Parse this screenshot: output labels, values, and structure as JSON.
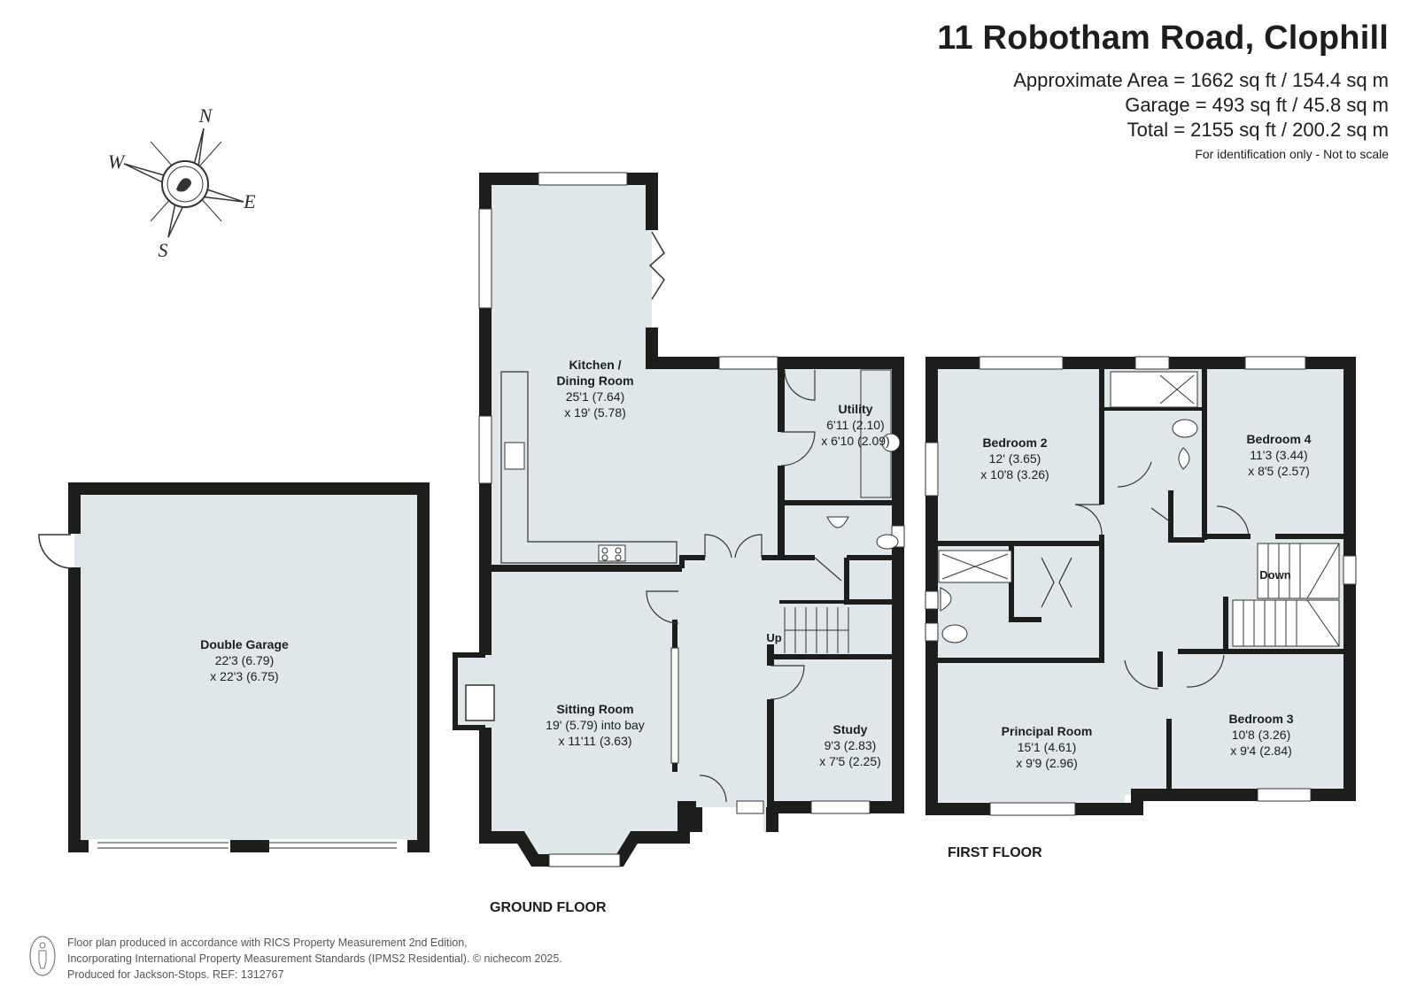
{
  "header": {
    "title": "11 Robotham Road, Clophill",
    "area": "Approximate Area = 1662 sq ft / 154.4 sq m",
    "garage": "Garage = 493 sq ft / 45.8 sq m",
    "total": "Total = 2155 sq ft / 200.2 sq m",
    "note": "For identification only - Not to scale"
  },
  "compass": {
    "n": "N",
    "e": "E",
    "s": "S",
    "w": "W"
  },
  "rooms": {
    "garage": {
      "name": "Double Garage",
      "dim1": "22'3 (6.79)",
      "dim2": "x 22'3 (6.75)"
    },
    "kitchen": {
      "name1": "Kitchen /",
      "name2": "Dining Room",
      "dim1": "25'1 (7.64)",
      "dim2": "x 19' (5.78)"
    },
    "utility": {
      "name": "Utility",
      "dim1": "6'11 (2.10)",
      "dim2": "x 6'10 (2.09)"
    },
    "sitting": {
      "name": "Sitting Room",
      "dim1": "19' (5.79) into bay",
      "dim2": "x 11'11 (3.63)"
    },
    "study": {
      "name": "Study",
      "dim1": "9'3 (2.83)",
      "dim2": "x 7'5 (2.25)"
    },
    "bedroom2": {
      "name": "Bedroom 2",
      "dim1": "12' (3.65)",
      "dim2": "x 10'8 (3.26)"
    },
    "bedroom4": {
      "name": "Bedroom 4",
      "dim1": "11'3 (3.44)",
      "dim2": "x 8'5 (2.57)"
    },
    "principal": {
      "name": "Principal Room",
      "dim1": "15'1 (4.61)",
      "dim2": "x 9'9 (2.96)"
    },
    "bedroom3": {
      "name": "Bedroom 3",
      "dim1": "10'8 (3.26)",
      "dim2": "x 9'4 (2.84)"
    }
  },
  "stairs": {
    "up": "Up",
    "down": "Down"
  },
  "floors": {
    "ground": "GROUND FLOOR",
    "first": "FIRST FLOOR"
  },
  "footer": {
    "line1": "Floor plan produced in accordance with RICS Property Measurement 2nd Edition,",
    "line2": "Incorporating International Property Measurement Standards (IPMS2 Residential).   © nichecom 2025.",
    "line3": "Produced for Jackson-Stops.   REF:  1312767"
  },
  "colors": {
    "wall": "#1d1d1b",
    "floor": "#dfe7ea",
    "window": "#ffffff"
  }
}
